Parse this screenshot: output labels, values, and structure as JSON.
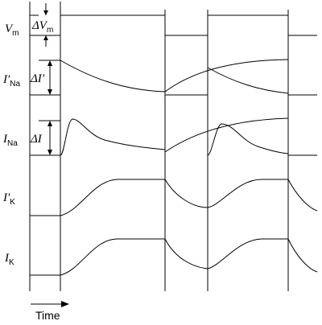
{
  "rows": [
    {
      "id": "vm",
      "main": "V",
      "prime": "",
      "sub": "m"
    },
    {
      "id": "inap",
      "main": "I",
      "prime": "'",
      "sub": "Na"
    },
    {
      "id": "ina",
      "main": "I",
      "prime": "",
      "sub": "Na"
    },
    {
      "id": "ikp",
      "main": "I",
      "prime": "'",
      "sub": "K"
    },
    {
      "id": "ik",
      "main": "I",
      "prime": "",
      "sub": "K"
    }
  ],
  "deltas": [
    {
      "id": "dvm",
      "main": "ΔV",
      "prime": "",
      "sub": "m"
    },
    {
      "id": "dip",
      "main": "ΔI",
      "prime": "'",
      "sub": ""
    },
    {
      "id": "di",
      "main": "ΔI",
      "prime": "",
      "sub": ""
    }
  ],
  "time_label": "Time"
}
